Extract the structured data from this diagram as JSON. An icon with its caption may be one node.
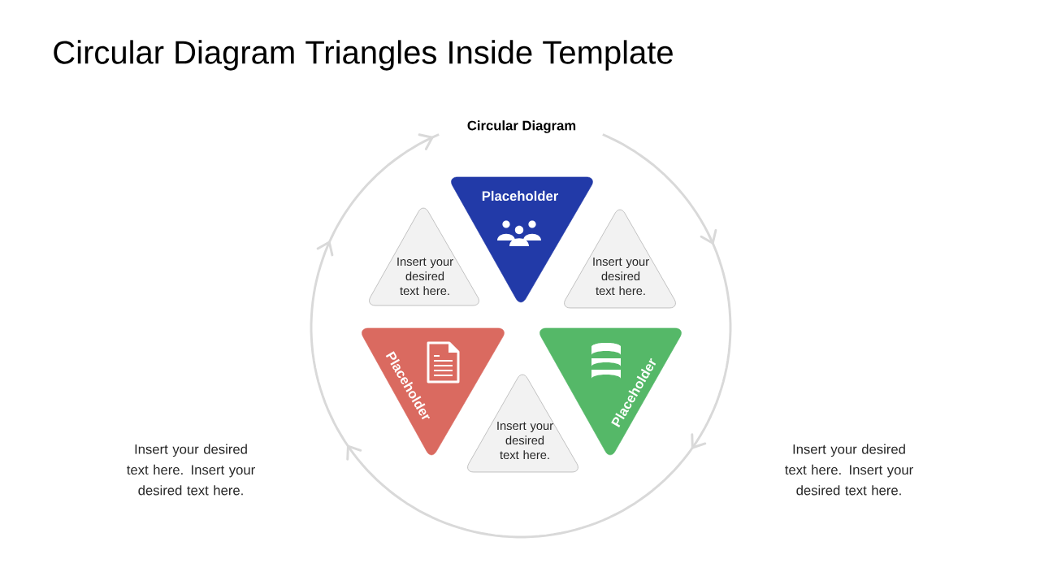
{
  "diagram": {
    "title": "Circular Diagram Triangles Inside Template",
    "nodes": [
      {
        "text": [
          "Placeholder"
        ]
      },
      {
        "text": [
          "Insert your desired text here."
        ]
      },
      {
        "text": [
          "Insert your desired text here."
        ]
      },
      {
        "text": [
          "Placeholder"
        ]
      },
      {
        "text": [
          "Insert your desired text here."
        ]
      },
      {
        "text": [
          "Placeholder"
        ]
      }
    ],
    "edges": [],
    "labels": [
      "Circular Diagram",
      "Insert your desired text here. Insert your desired text here.",
      "Insert your desired text here. Insert your desired text here."
    ]
  }
}
